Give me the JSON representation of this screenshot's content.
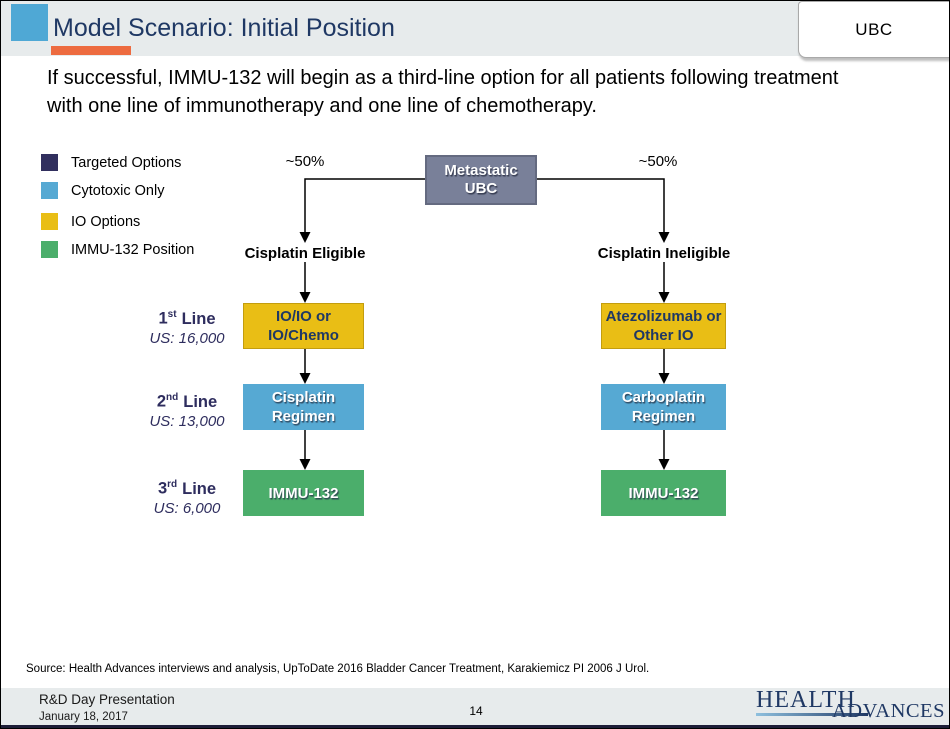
{
  "slide": {
    "title": "Model Scenario: Initial Position",
    "tab_label": "UBC",
    "subtitle_lines": [
      "If successful, IMMU-132 will begin as a third-line option for all patients following treatment",
      "with one line of immunotherapy and one line of chemotherapy."
    ],
    "source": "Source:  Health Advances interviews and analysis, UpToDate 2016 Bladder Cancer Treatment, Karakiemicz PI 2006 J  Urol.",
    "footer": {
      "presentation": "R&D Day Presentation",
      "date": "January 18, 2017",
      "page_number": "14",
      "logo_word1": "HEALTH",
      "logo_word2": "ADVANCES"
    }
  },
  "legend": {
    "items": [
      {
        "label": "Targeted Options",
        "color": "#312F5E"
      },
      {
        "label": "Cytotoxic Only",
        "color": "#56A9D3"
      },
      {
        "label": "IO Options",
        "color": "#E9BE15"
      },
      {
        "label": "IMMU-132 Position",
        "color": "#4BAE6B"
      }
    ]
  },
  "diagram": {
    "root": {
      "line1": "Metastatic",
      "line2": "UBC",
      "color": "#798099"
    },
    "branches": [
      {
        "pct": "~50%",
        "header": "Cisplatin Eligible",
        "boxes": [
          {
            "line1": "IO/IO or",
            "line2": "IO/Chemo",
            "color": "#E9BE15"
          },
          {
            "line1": "Cisplatin",
            "line2": "Regimen",
            "color": "#56A9D3"
          },
          {
            "line1": "IMMU-132",
            "color": "#4BAE6B"
          }
        ]
      },
      {
        "pct": "~50%",
        "header": "Cisplatin Ineligible",
        "boxes": [
          {
            "line1": "Atezolizumab or",
            "line2": "Other IO",
            "color": "#E9BE15"
          },
          {
            "line1": "Carboplatin",
            "line2": "Regimen",
            "color": "#56A9D3"
          },
          {
            "line1": "IMMU-132",
            "color": "#4BAE6B"
          }
        ]
      }
    ],
    "rows": [
      {
        "ordinal": "1",
        "suffix": "st",
        "word": "Line",
        "count": "US: 16,000"
      },
      {
        "ordinal": "2",
        "suffix": "nd",
        "word": "Line",
        "count": "US: 13,000"
      },
      {
        "ordinal": "3",
        "suffix": "rd",
        "word": "Line",
        "count": "US: 6,000"
      }
    ]
  },
  "colors": {
    "accent_teal": "#4FA8D5",
    "accent_orange": "#ED6B40",
    "title_navy": "#1F3864",
    "band_gray": "#E7EBEC",
    "root_gray": "#798099",
    "bottom_bar": "#1E1E38"
  }
}
